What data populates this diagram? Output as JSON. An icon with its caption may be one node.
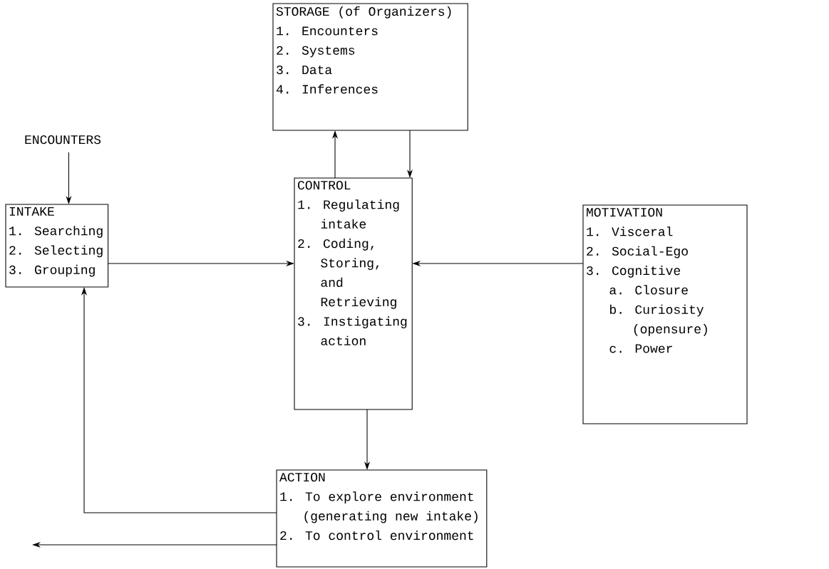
{
  "diagram": {
    "nodes": [
      {
        "text": [
          "STORAGE (of Organizers)",
          "1. Encounters",
          "2. Systems",
          "3. Data",
          "4. Inferences"
        ]
      },
      {
        "text": [
          "ENCOUNTERS"
        ]
      },
      {
        "text": [
          "INTAKE",
          "1. Searching",
          "2. Selecting",
          "3. Grouping"
        ]
      },
      {
        "text": [
          "CONTROL",
          "1. Regulating intake",
          "2. Coding, Storing, and Retrieving",
          "3. Instigating action"
        ]
      },
      {
        "text": [
          "MOTIVATION",
          "1. Visceral",
          "2. Social-Ego",
          "3. Cognitive",
          "a. Closure",
          "b. Curiosity (opensure)",
          "c. Power"
        ]
      },
      {
        "text": [
          "ACTION",
          "1. To explore environment (generating new intake)",
          "2. To control environment"
        ]
      }
    ],
    "edges": [
      {
        "from": 1,
        "to": 2,
        "arrow": "to"
      },
      {
        "from": 2,
        "to": 3,
        "arrow": "to"
      },
      {
        "from": 4,
        "to": 3,
        "arrow": "to"
      },
      {
        "from": 3,
        "to": 0,
        "arrow": "to"
      },
      {
        "from": 0,
        "to": 3,
        "arrow": "to"
      },
      {
        "from": 3,
        "to": 5,
        "arrow": "to"
      },
      {
        "from": 5,
        "to": 2,
        "arrow": "to"
      },
      {
        "from": 5,
        "to": null,
        "arrow": "to"
      }
    ]
  }
}
